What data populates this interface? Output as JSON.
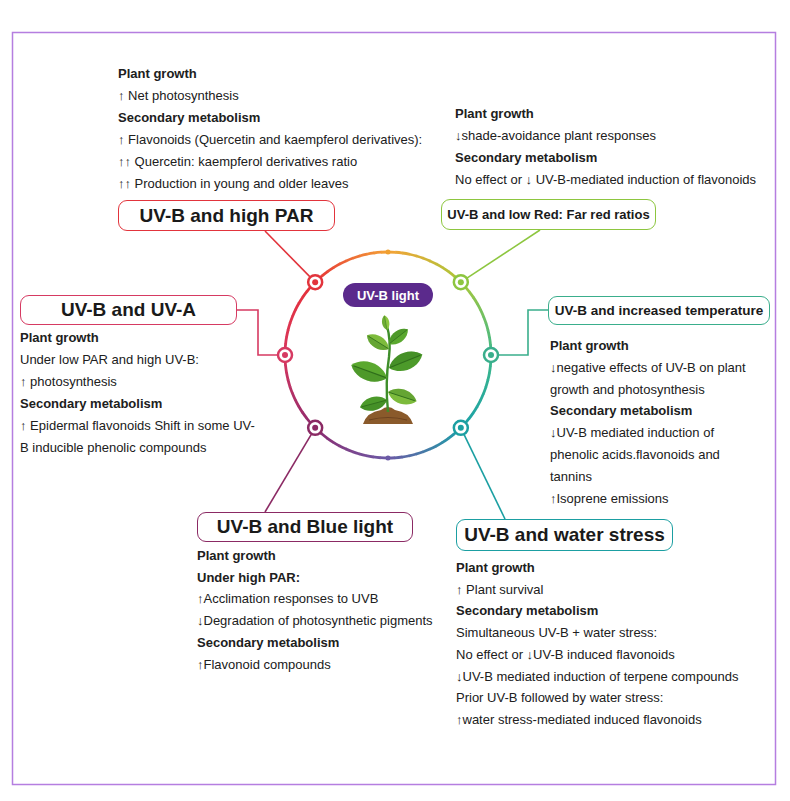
{
  "diagram": {
    "nodes": [
      {
        "text": [
          "UV-B light"
        ]
      },
      {
        "text": [
          "UV-B and high PAR",
          "Plant growth",
          "↑ Net photosynthesis",
          "Secondary metabolism",
          "↑ Flavonoids (Quercetin and kaempferol derivatives):",
          "↑↑ Quercetin: kaempferol derivatives ratio",
          "↑↑ Production in young and older leaves"
        ]
      },
      {
        "text": [
          "UV-B and low Red: Far red ratios",
          "Plant growth",
          "↓shade-avoidance plant responses",
          "Secondary metabolism",
          "No effect or ↓ UV-B-mediated induction of flavonoids"
        ]
      },
      {
        "text": [
          "UV-B and UV-A",
          "Plant growth",
          "Under low PAR and high UV-B:",
          "↑ photosynthesis",
          "Secondary metabolism",
          "↑ Epidermal flavonoids Shift in some UV-B inducible phenolic compounds"
        ]
      },
      {
        "text": [
          "UV-B and increased temperature",
          "Plant growth",
          "↓negative effects of UV-B on plant growth and photosynthesis",
          "Secondary metabolism",
          "↓UV-B mediated induction of phenolic acids.flavonoids and tannins",
          "↑Isoprene emissions"
        ]
      },
      {
        "text": [
          "UV-B and Blue light",
          "Plant growth",
          "Under high PAR:",
          "↑Acclimation responses to UVB",
          "↓Degradation of photosynthetic pigments",
          "Secondary metabolism",
          "↑Flavonoid compounds"
        ]
      },
      {
        "text": [
          "UV-B and water stress",
          "Plant growth",
          "↑ Plant survival",
          "Secondary metabolism",
          "Simultaneous UV-B + water stress:",
          "No effect or ↓UV-B induced flavonoids",
          "↓UV-B mediated induction of terpene compounds",
          "Prior UV-B followed by water stress:",
          "↑water stress-mediated induced flavonoids"
        ]
      }
    ],
    "edges": [
      {
        "from": 0,
        "to": 1,
        "arrow": "none"
      },
      {
        "from": 0,
        "to": 2,
        "arrow": "none"
      },
      {
        "from": 0,
        "to": 3,
        "arrow": "none"
      },
      {
        "from": 0,
        "to": 4,
        "arrow": "none"
      },
      {
        "from": 0,
        "to": 5,
        "arrow": "none"
      },
      {
        "from": 0,
        "to": 6,
        "arrow": "none"
      }
    ]
  }
}
